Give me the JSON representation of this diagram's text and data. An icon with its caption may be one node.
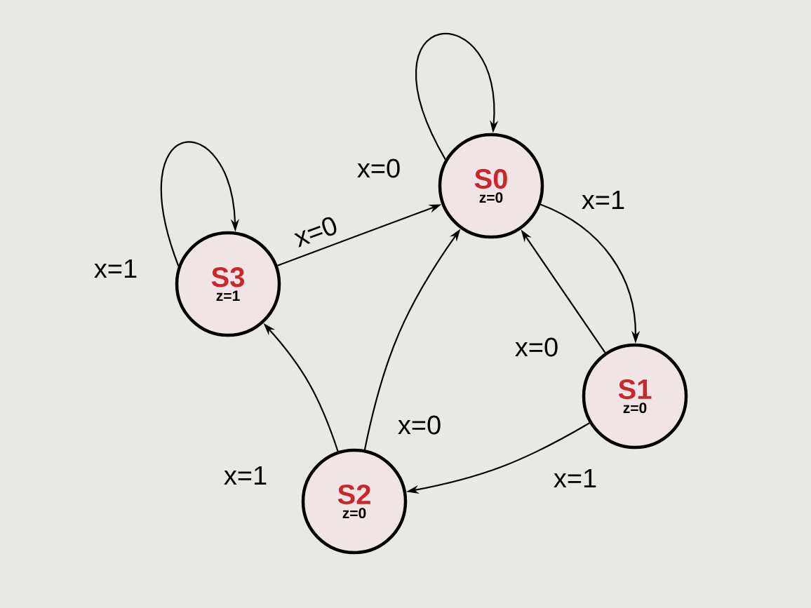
{
  "diagram": {
    "nodes": [
      {
        "text": [
          "S0",
          "z=0"
        ]
      },
      {
        "text": [
          "S1",
          "z=0"
        ]
      },
      {
        "text": [
          "S2",
          "z=0"
        ]
      },
      {
        "text": [
          "S3",
          "z=1"
        ]
      }
    ],
    "edges": [
      {
        "from": 0,
        "to": 0,
        "arrow": "to",
        "label": "x=0"
      },
      {
        "from": 3,
        "to": 3,
        "arrow": "to",
        "label": "x=1"
      },
      {
        "from": 3,
        "to": 0,
        "arrow": "to",
        "label": "x=0"
      },
      {
        "from": 0,
        "to": 1,
        "arrow": "to",
        "label": "x=1"
      },
      {
        "from": 1,
        "to": 0,
        "arrow": "to",
        "label": "x=0"
      },
      {
        "from": 1,
        "to": 2,
        "arrow": "to",
        "label": "x=1"
      },
      {
        "from": 2,
        "to": 0,
        "arrow": "to",
        "label": "x=0"
      },
      {
        "from": 2,
        "to": 3,
        "arrow": "to",
        "label": "x=1"
      }
    ]
  }
}
